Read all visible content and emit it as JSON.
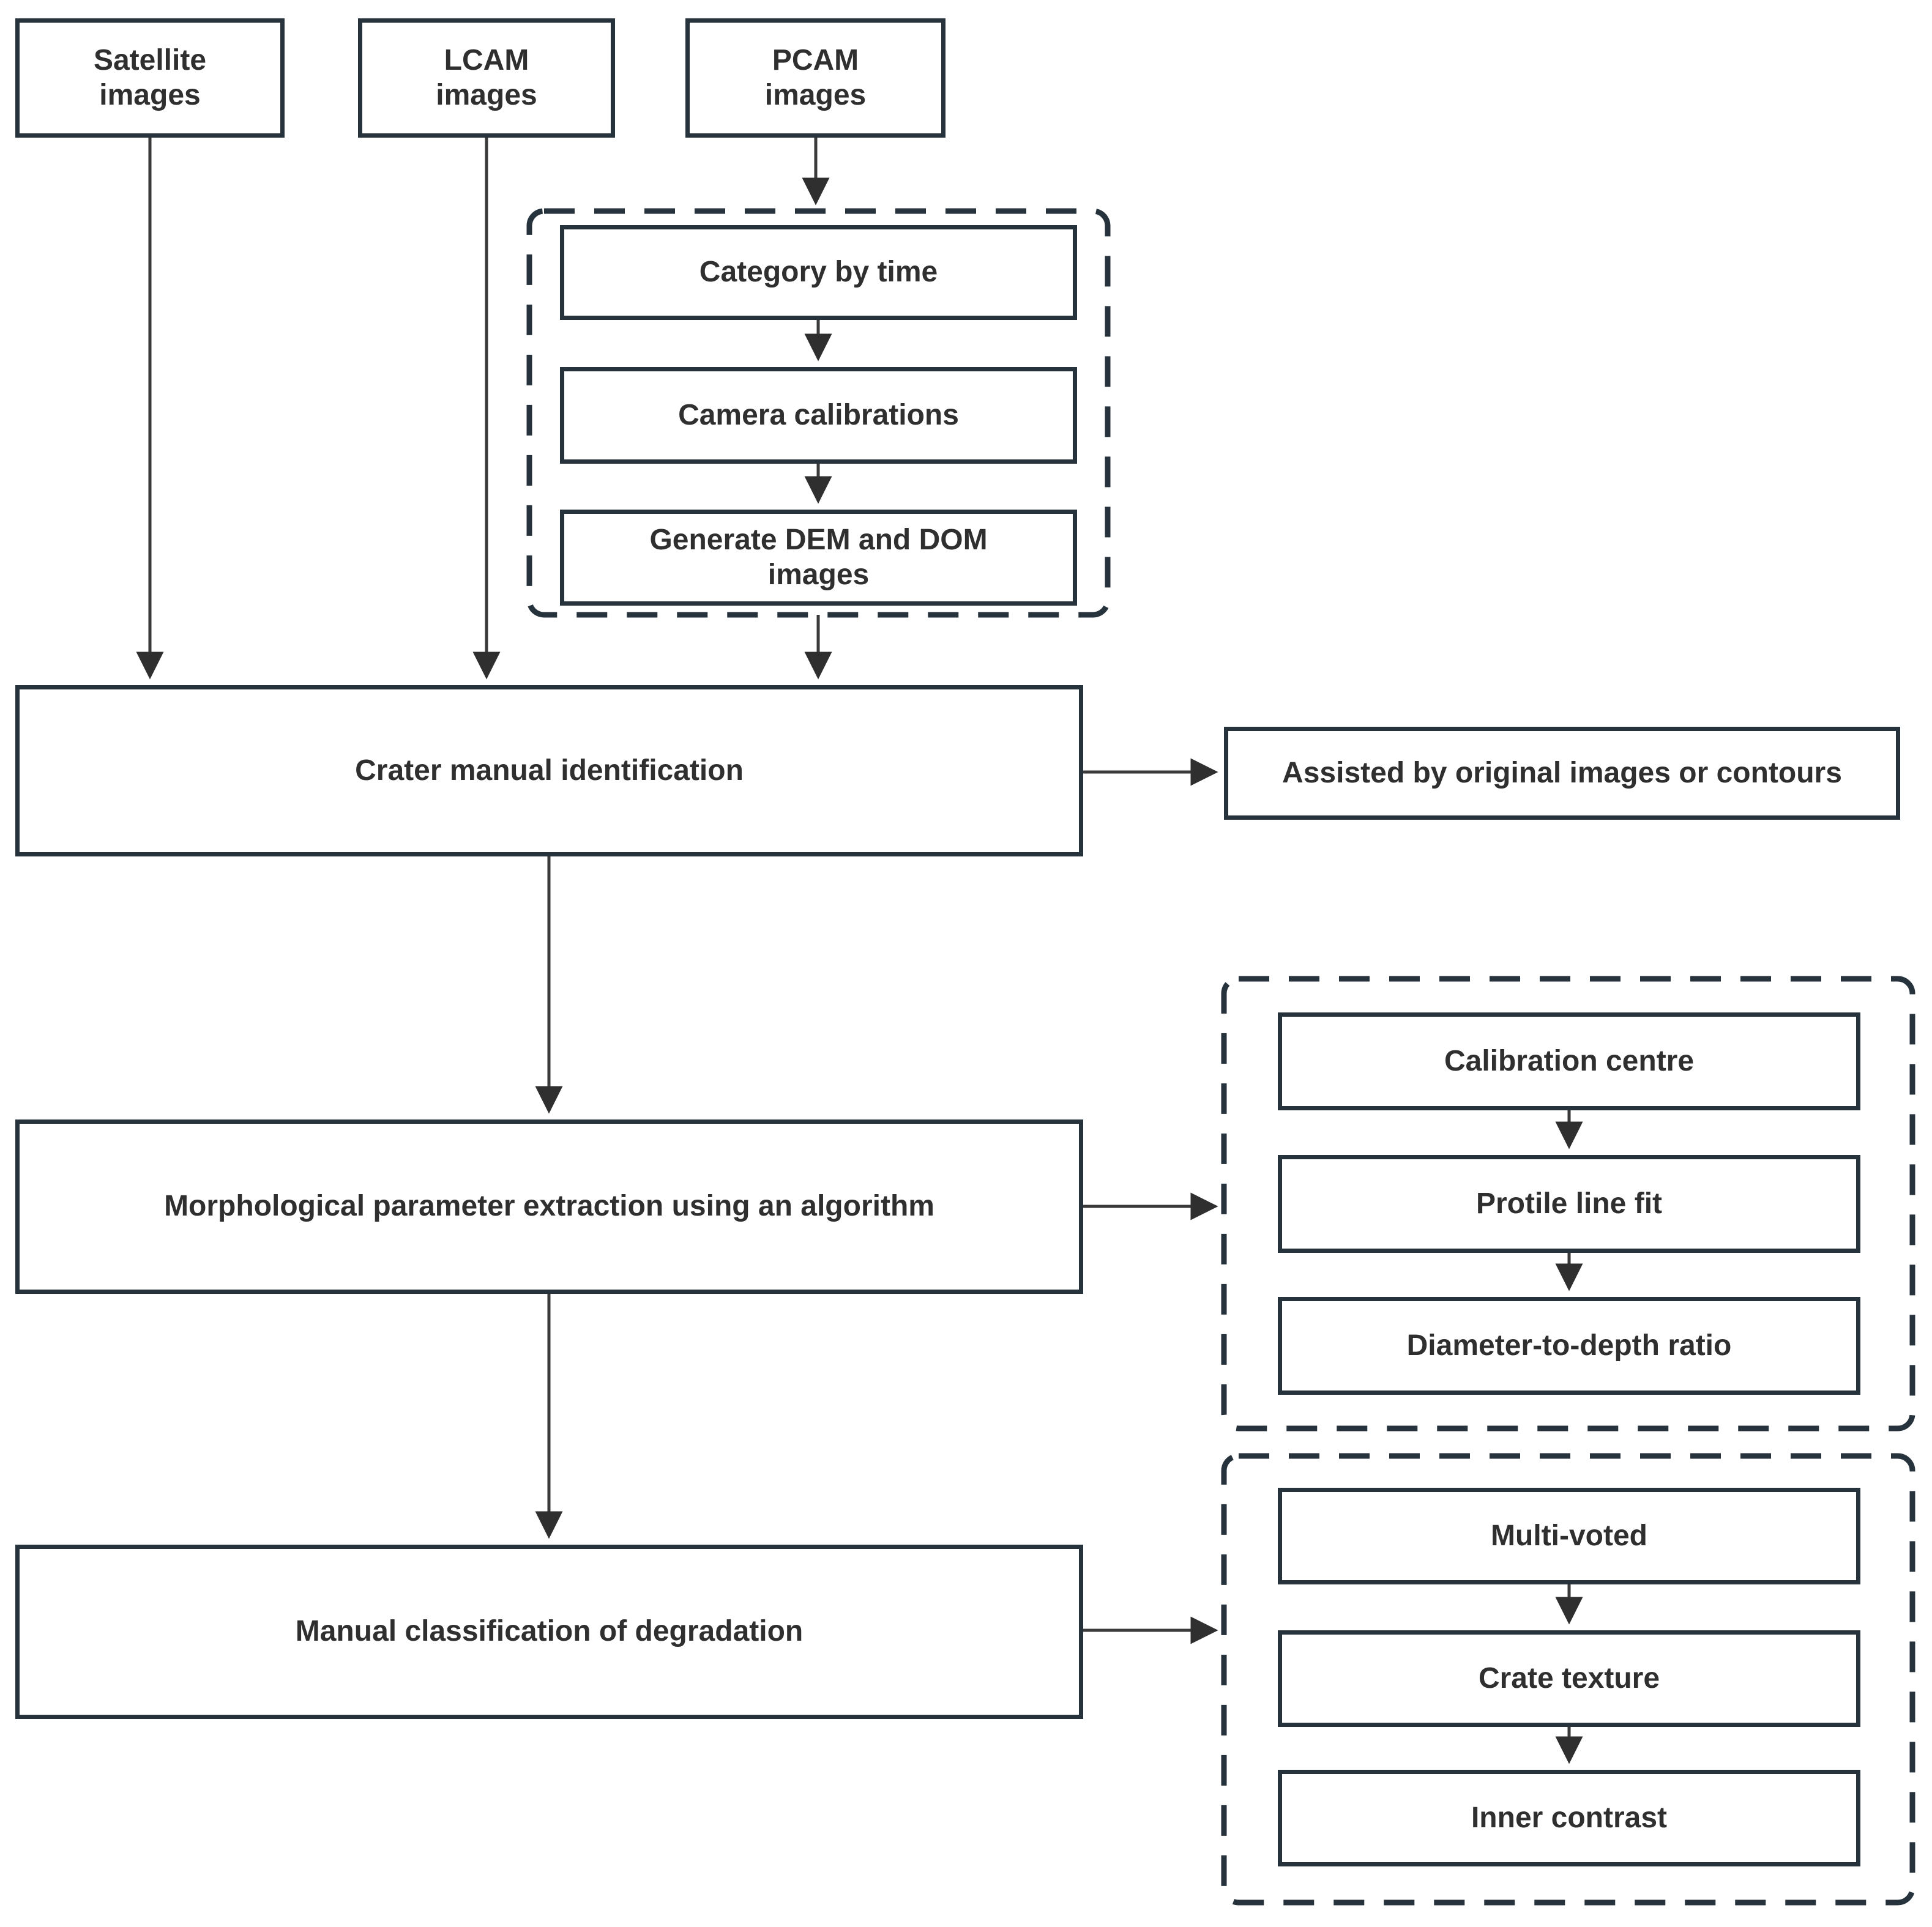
{
  "colors": {
    "border": "#26323c",
    "line": "#3a3a3a",
    "text": "#2f2f2f",
    "background": "#ffffff"
  },
  "nodes": {
    "satellite": "Satellite images",
    "lcam": "LCAM images",
    "pcam": "PCAM images",
    "category_by_time": "Category by time",
    "camera_calibrations": "Camera calibrations",
    "generate_dem_dom": "Generate DEM and DOM images",
    "crater_identification": "Crater manual identification",
    "assisted": "Assisted by original images or contours",
    "morphological_extraction": "Morphological parameter extraction using an algorithm",
    "calibration_centre": "Calibration centre",
    "protile_line_fit": "Protile line fit",
    "diameter_depth_ratio": "Diameter-to-depth ratio",
    "manual_classification": "Manual classification of degradation",
    "multi_voted": "Multi-voted",
    "crate_texture": "Crate texture",
    "inner_contrast": "Inner contrast"
  }
}
